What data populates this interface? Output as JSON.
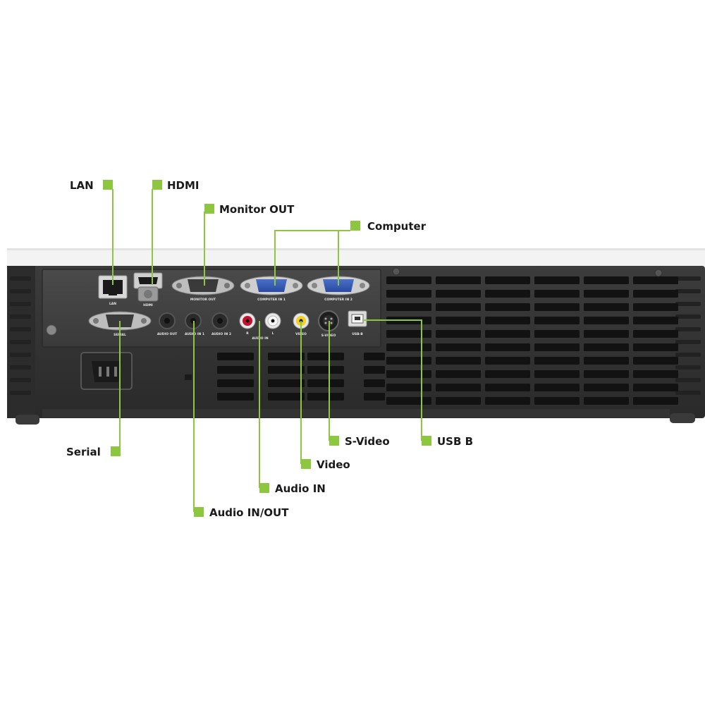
{
  "accent_color": "#8dc63f",
  "callouts": [
    {
      "key": "lan",
      "label": "LAN"
    },
    {
      "key": "hdmi",
      "label": "HDMI"
    },
    {
      "key": "monitor_out",
      "label": "Monitor OUT"
    },
    {
      "key": "computer",
      "label": "Computer"
    },
    {
      "key": "serial",
      "label": "Serial"
    },
    {
      "key": "audio_in_out",
      "label": "Audio IN/OUT"
    },
    {
      "key": "audio_in",
      "label": "Audio IN"
    },
    {
      "key": "video",
      "label": "Video"
    },
    {
      "key": "s_video",
      "label": "S-Video"
    },
    {
      "key": "usb_b",
      "label": "USB B"
    }
  ],
  "port_labels": {
    "lan": "LAN",
    "hdmi": "HDMI",
    "monitor_out": "MONITOR OUT",
    "computer_in_1": "COMPUTER IN 1",
    "computer_in_2": "COMPUTER IN 2",
    "serial": "SERIAL",
    "audio_out": "AUDIO OUT",
    "audio_in_1": "AUDIO IN 1",
    "audio_in_2": "AUDIO IN 2",
    "audio_in_r": "R",
    "audio_in_l": "L",
    "audio_in_rl": "AUDIO IN",
    "video": "VIDEO",
    "s_video": "S-VIDEO",
    "usb_b": "USB-B"
  }
}
